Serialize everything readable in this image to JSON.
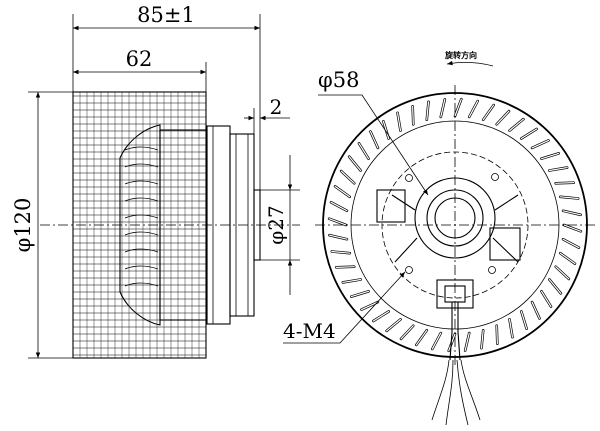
{
  "dimensions": {
    "overall_length": "85±1",
    "body_length": "62",
    "flange_gap": "2",
    "outer_diameter": "φ120",
    "shaft_diameter": "φ27",
    "bolt_circle_diameter": "φ58",
    "mounting_holes": "4-M4"
  },
  "annotations": {
    "rotation_direction": "旋转方向"
  }
}
